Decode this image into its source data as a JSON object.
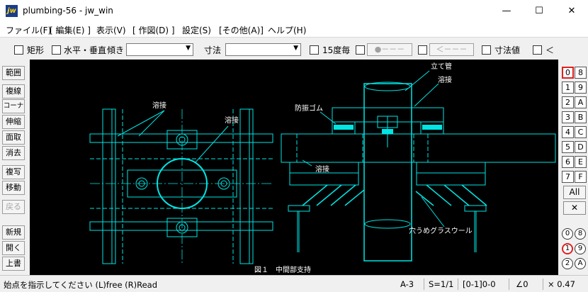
{
  "window": {
    "icon_text": "jw",
    "title": "plumbing-56 - jw_win",
    "minimize": "—",
    "maximize": "☐",
    "close": "✕"
  },
  "menu": [
    "ファイル(F)",
    "[ 編集(E) ]",
    "表示(V)",
    "[ 作図(D) ]",
    "設定(S)",
    "[その他(A)]",
    "ヘルプ(H)"
  ],
  "toolbar": {
    "rect_label": "矩形",
    "hv_label": "水平・垂直",
    "angle_label": "傾き",
    "angle_value": "",
    "dim_label": "寸法",
    "dim_value": "",
    "deg15_label": "15度毎",
    "point_btn": "●－－－",
    "arrow_btn": "＜－－－",
    "dimval_label": "寸法値",
    "lt_label": "＜"
  },
  "left_tools": [
    "範囲",
    "複線",
    "コーナー",
    "伸縮",
    "面取",
    "消去",
    "複写",
    "移動",
    "戻る",
    "新規",
    "開く",
    "上書"
  ],
  "right_panel": {
    "layers_left": [
      "0",
      "1",
      "2",
      "3",
      "4",
      "5",
      "6",
      "7"
    ],
    "layers_right": [
      "8",
      "9",
      "A",
      "B",
      "C",
      "D",
      "E",
      "F"
    ],
    "all_label": "All",
    "x_label": "✕",
    "groups_left": [
      "0",
      "1",
      "2"
    ],
    "groups_right": [
      "8",
      "9",
      "A"
    ]
  },
  "drawing": {
    "labels": {
      "weld_1": "溶接",
      "weld_2": "溶接",
      "standpipe": "立て管",
      "weld_3": "溶接",
      "rubber": "防振ゴム",
      "weld_4": "溶接",
      "glasswool": "穴うめグラスウール",
      "caption": "図１　中間部支持"
    },
    "line_color": "#00e5e5",
    "text_color": "#ffffff",
    "background": "#000000"
  },
  "status": {
    "message": "始点を指示してください (L)free (R)Read",
    "paper": "A-3",
    "scale": "S=1/1",
    "layer": "[0-1]0-0",
    "angle": "∠0",
    "zoom": "× 0.47"
  }
}
